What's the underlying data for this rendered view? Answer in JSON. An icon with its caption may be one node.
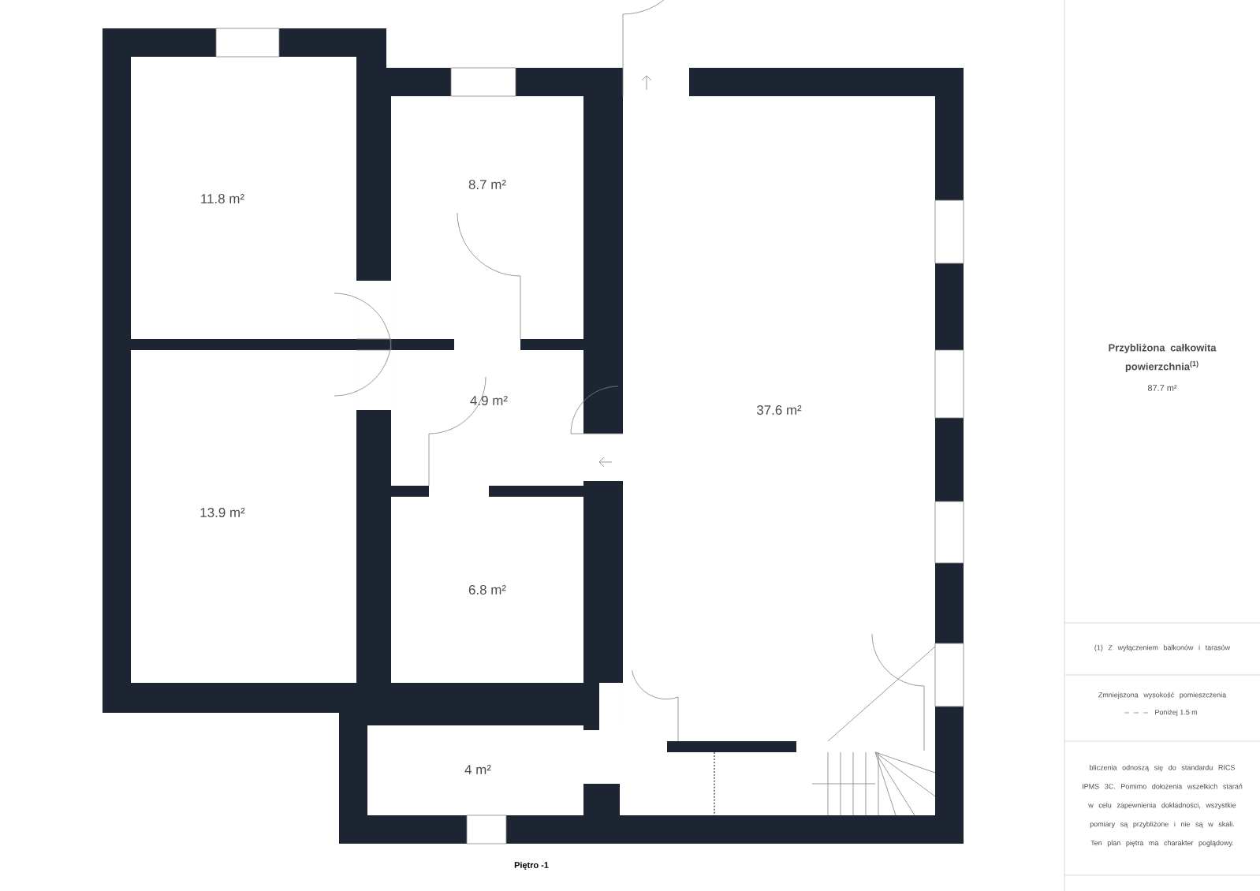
{
  "diagram": {
    "caption": "Piętro -1",
    "labels": [
      "8.7 m²",
      "11.8 m²",
      "4.9 m²",
      "37.6 m²",
      "13.9 m²",
      "6.8 m²",
      "4 m²",
      "Przybliżona całkowita powierzchnia$^{(1)}$",
      "87.7 m²",
      "(1) Z wyłączeniem balkonów i tarasów",
      "Zmniejszona wysokość pomieszczenia",
      "bliczenia odnoszą się do standardu RICS IPMS 3C. Pomimo dołożenia wszelkich starań w celu zapewnienia dokładności, wszystkie pomiary są przybliżone i nie są w skali. Ten plan piętra ma charakter poglądowy."
    ],
    "legend": [
      {
        "text": "Poniżej 1.5 m"
      }
    ]
  }
}
